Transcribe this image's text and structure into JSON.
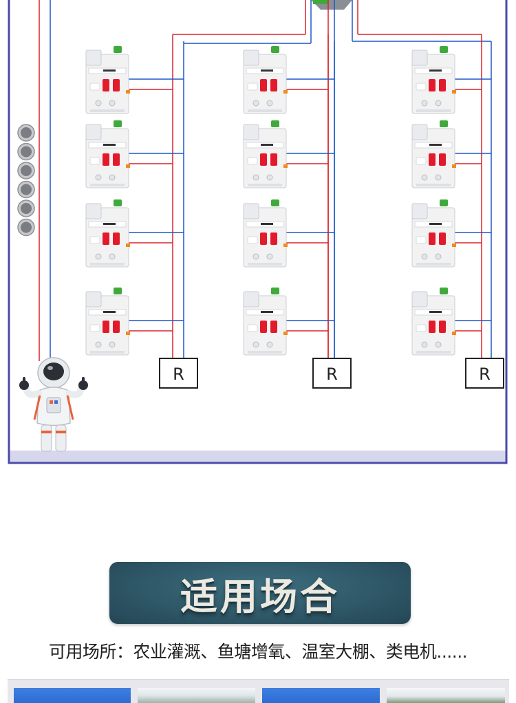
{
  "diagram": {
    "relay_label": "R",
    "colors": {
      "frame": "#4a4aa8",
      "wire_red": "#d8232a",
      "wire_blue": "#1f57c8",
      "breaker_body": "#f2f2f2",
      "breaker_handle": "#e21b2c",
      "breaker_terminal": "#3faa3b",
      "breaker_tag": "#f28a1c"
    }
  },
  "banner": {
    "title": "适用场合",
    "color": "#2f5868"
  },
  "scenarios": {
    "text": "可用场所：农业灌溉、鱼塘增氧、温室大棚、类电机......"
  },
  "photos": [
    {
      "kind": "blue-tile"
    },
    {
      "kind": "landscape-tile"
    },
    {
      "kind": "blue-tile"
    },
    {
      "kind": "landscape-tile"
    }
  ]
}
